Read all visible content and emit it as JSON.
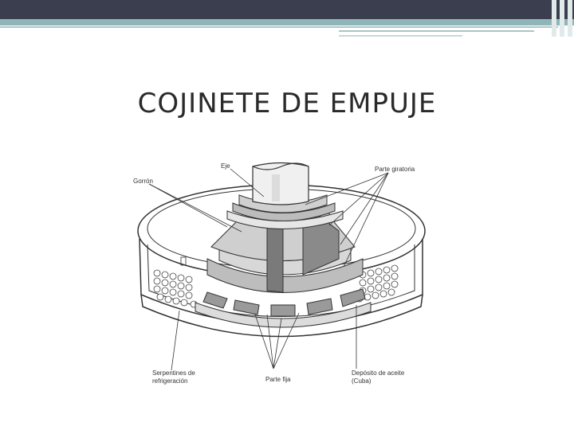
{
  "slide": {
    "title": "COJINETE DE EMPUJE"
  },
  "diagram": {
    "labels": {
      "eje": "Eje",
      "gorron": "Gorrón",
      "parte_giratoria": "Parte giratoria",
      "serpentines_1": "Serpentines de",
      "serpentines_2": "refrigeración",
      "parte_fija": "Parte fija",
      "deposito_1": "Depósito de aceite",
      "deposito_2": "(Cuba)"
    }
  },
  "colors": {
    "topbar": "#3b3e4f",
    "accent": "#8fb5b8"
  }
}
